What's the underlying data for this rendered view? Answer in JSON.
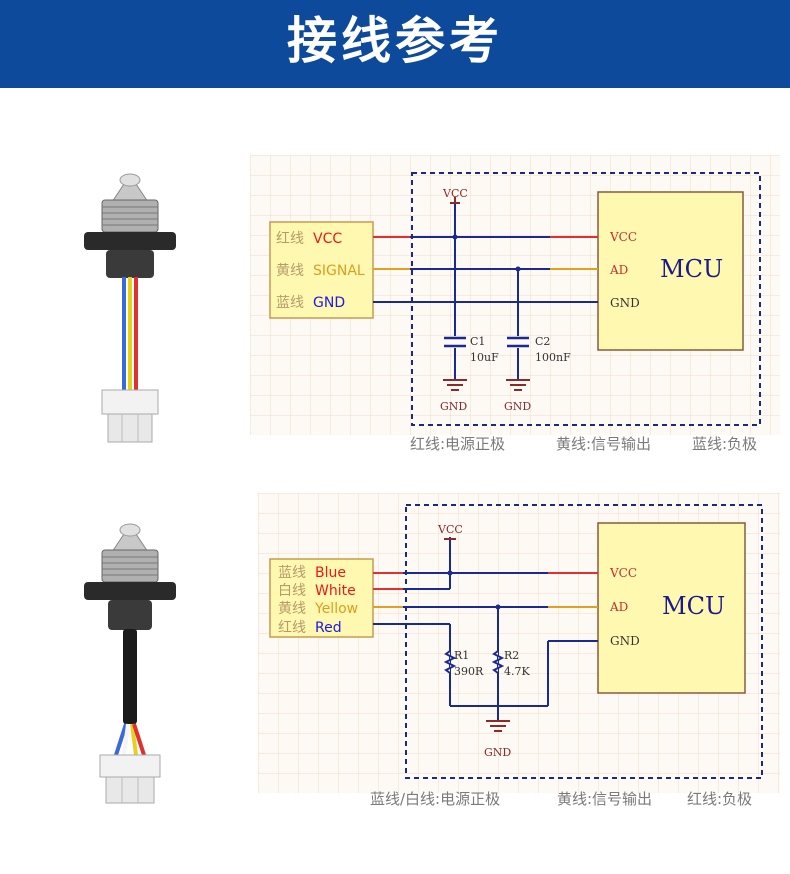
{
  "banner": {
    "title": "接线参考"
  },
  "diagram1": {
    "connector": [
      {
        "cn": "红线",
        "en": "VCC",
        "en_color": "#e8191d"
      },
      {
        "cn": "黄线",
        "en": "SIGNAL",
        "en_color": "#d9a020"
      },
      {
        "cn": "蓝线",
        "en": "GND",
        "en_color": "#1a1ae6"
      }
    ],
    "vcc": "VCC",
    "c1_name": "C1",
    "c1_val": "10uF",
    "c2_name": "C2",
    "c2_val": "100nF",
    "gnd1": "GND",
    "gnd2": "GND",
    "mcu_pins": [
      "VCC",
      "AD",
      "GND"
    ],
    "mcu": "MCU",
    "caption": [
      "红线:电源正极",
      "黄线:信号输出",
      "蓝线:负极"
    ]
  },
  "diagram2": {
    "connector": [
      {
        "cn": "蓝线",
        "en": "Blue",
        "en_color": "#e8191d"
      },
      {
        "cn": "白线",
        "en": "White",
        "en_color": "#e8191d"
      },
      {
        "cn": "黄线",
        "en": "Yellow",
        "en_color": "#d9a020"
      },
      {
        "cn": "红线",
        "en": "Red",
        "en_color": "#1a1ae6"
      }
    ],
    "vcc": "VCC",
    "r1_name": "R1",
    "r1_val": "390R",
    "r2_name": "R2",
    "r2_val": "4.7K",
    "gnd": "GND",
    "mcu_pins": [
      "VCC",
      "AD",
      "GND"
    ],
    "mcu": "MCU",
    "caption": [
      "蓝线/白线:电源正极",
      "黄线:信号输出",
      "红线:负极"
    ]
  },
  "colors": {
    "banner": "#0d4a9b",
    "wire_red": "#e03030",
    "wire_yellow": "#e0a020",
    "wire_blue": "#1a2a90",
    "mcu_fill": "#fff8b0",
    "ground": "#8a2a2a",
    "grid": "#f2dcc4"
  }
}
